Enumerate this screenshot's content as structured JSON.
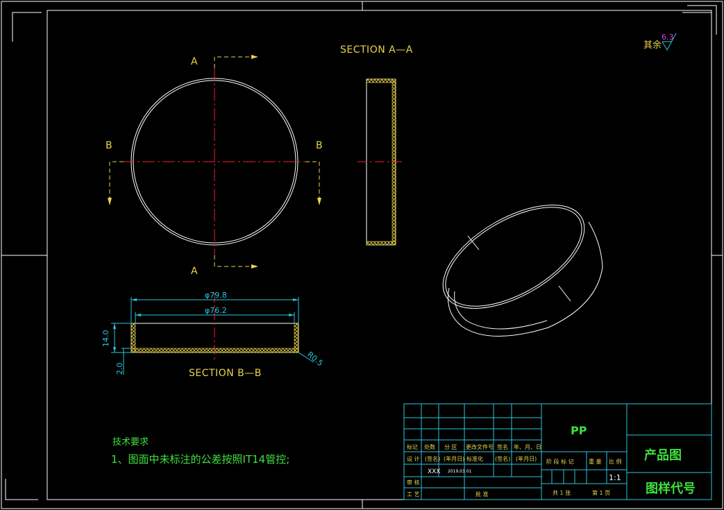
{
  "section_aa": {
    "title": "SECTION A—A"
  },
  "section_bb": {
    "title": "SECTION B—B"
  },
  "markers": {
    "a": "A",
    "b": "B"
  },
  "surface_finish": {
    "prefix": "其余",
    "value": "6.3"
  },
  "dimensions": {
    "outer_diameter": "φ79.8",
    "inner_diameter": "φ76.2",
    "height": "14.0",
    "base_thickness": "2.0",
    "radius": "R0.5"
  },
  "tech_requirements": {
    "heading": "技术要求",
    "item_1": "1、图面中未标注的公差按照IT14管控;"
  },
  "title_block": {
    "material": "PP",
    "drawing_name": "产品图",
    "drawing_code_label": "图样代号",
    "scale": "1:1",
    "hdr_mark": "标记",
    "hdr_count": "处数",
    "hdr_zone": "分 区",
    "hdr_change_doc": "更改文件号",
    "hdr_sign": "签名",
    "hdr_date": "年、月、日",
    "row_design": "设 计",
    "sig1": "(签名)",
    "date1": "(年月日)",
    "standardize": "标准化",
    "sig2": "(签名)",
    "date2": "(年月日)",
    "designer": "XXX",
    "design_date": "2019.03.01",
    "row_check": "审 核",
    "row_process": "工 艺",
    "approve": "批 准",
    "stage_label": "阶 段 标 记",
    "weight_label": "重 量",
    "scale_label": "比 例",
    "sheets_total": "共 1 张",
    "sheet_no": "第 1 页"
  }
}
